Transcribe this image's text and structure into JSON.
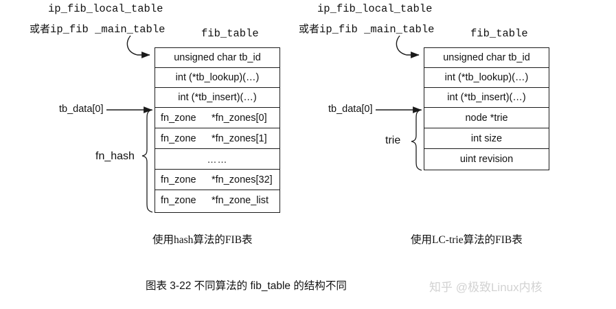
{
  "figure": {
    "caption": "图表 3-22 不同算法的 fib_table 的结构不同",
    "watermark": "知乎 @极致Linux内核"
  },
  "left_diagram": {
    "pointer_label_line1": "ip_fib_local_table",
    "pointer_label_line2_prefix": "或者",
    "pointer_label_line2": "ip_fib _main_table",
    "struct_title": "fib_table",
    "index_label": "tb_data[0]",
    "brace_label": "fn_hash",
    "caption": "使用hash算法的FIB表",
    "rows": [
      {
        "text": "unsigned char tb_id",
        "type": "single"
      },
      {
        "text": "int (*tb_lookup)(…)",
        "type": "single"
      },
      {
        "text": "int (*tb_insert)(…)",
        "type": "single"
      },
      {
        "col1": "fn_zone",
        "col2": "*fn_zones[0]",
        "type": "double"
      },
      {
        "col1": "fn_zone",
        "col2": "*fn_zones[1]",
        "type": "double"
      },
      {
        "text": "……",
        "type": "dots"
      },
      {
        "col1": "fn_zone",
        "col2": "*fn_zones[32]",
        "type": "double"
      },
      {
        "col1": "fn_zone",
        "col2": "*fn_zone_list",
        "type": "double"
      }
    ]
  },
  "right_diagram": {
    "pointer_label_line1": "ip_fib_local_table",
    "pointer_label_line2_prefix": "或者",
    "pointer_label_line2": "ip_fib _main_table",
    "struct_title": "fib_table",
    "index_label": "tb_data[0]",
    "brace_label": "trie",
    "caption": "使用LC-trie算法的FIB表",
    "rows": [
      {
        "text": "unsigned char tb_id",
        "type": "single"
      },
      {
        "text": "int (*tb_lookup)(…)",
        "type": "single"
      },
      {
        "text": "int (*tb_insert)(…)",
        "type": "single"
      },
      {
        "text": "node *trie",
        "type": "single"
      },
      {
        "text": "int size",
        "type": "single"
      },
      {
        "text": "uint revision",
        "type": "single"
      }
    ]
  },
  "colors": {
    "line": "#1a1a1a",
    "text": "#111111",
    "watermark": "#d2d2d2",
    "background": "#ffffff"
  }
}
